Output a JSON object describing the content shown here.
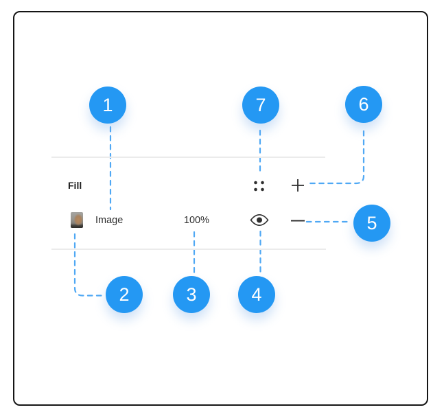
{
  "panel": {
    "title": "Fill",
    "row": {
      "fill_type": "Image",
      "opacity": "100%"
    },
    "icons": {
      "styles": "four-dots-icon",
      "add": "plus-icon",
      "visibility": "eye-icon",
      "remove": "minus-icon"
    }
  },
  "callouts": [
    {
      "number": "1",
      "target": "fill-type-label"
    },
    {
      "number": "2",
      "target": "fill-thumbnail"
    },
    {
      "number": "3",
      "target": "opacity-value"
    },
    {
      "number": "4",
      "target": "visibility-toggle"
    },
    {
      "number": "5",
      "target": "remove-fill-button"
    },
    {
      "number": "6",
      "target": "add-fill-button"
    },
    {
      "number": "7",
      "target": "styles-button"
    }
  ],
  "colors": {
    "accent": "#2498F3",
    "connector": "#4FA8F4",
    "divider": "#ebebeb",
    "frame": "#151515"
  }
}
